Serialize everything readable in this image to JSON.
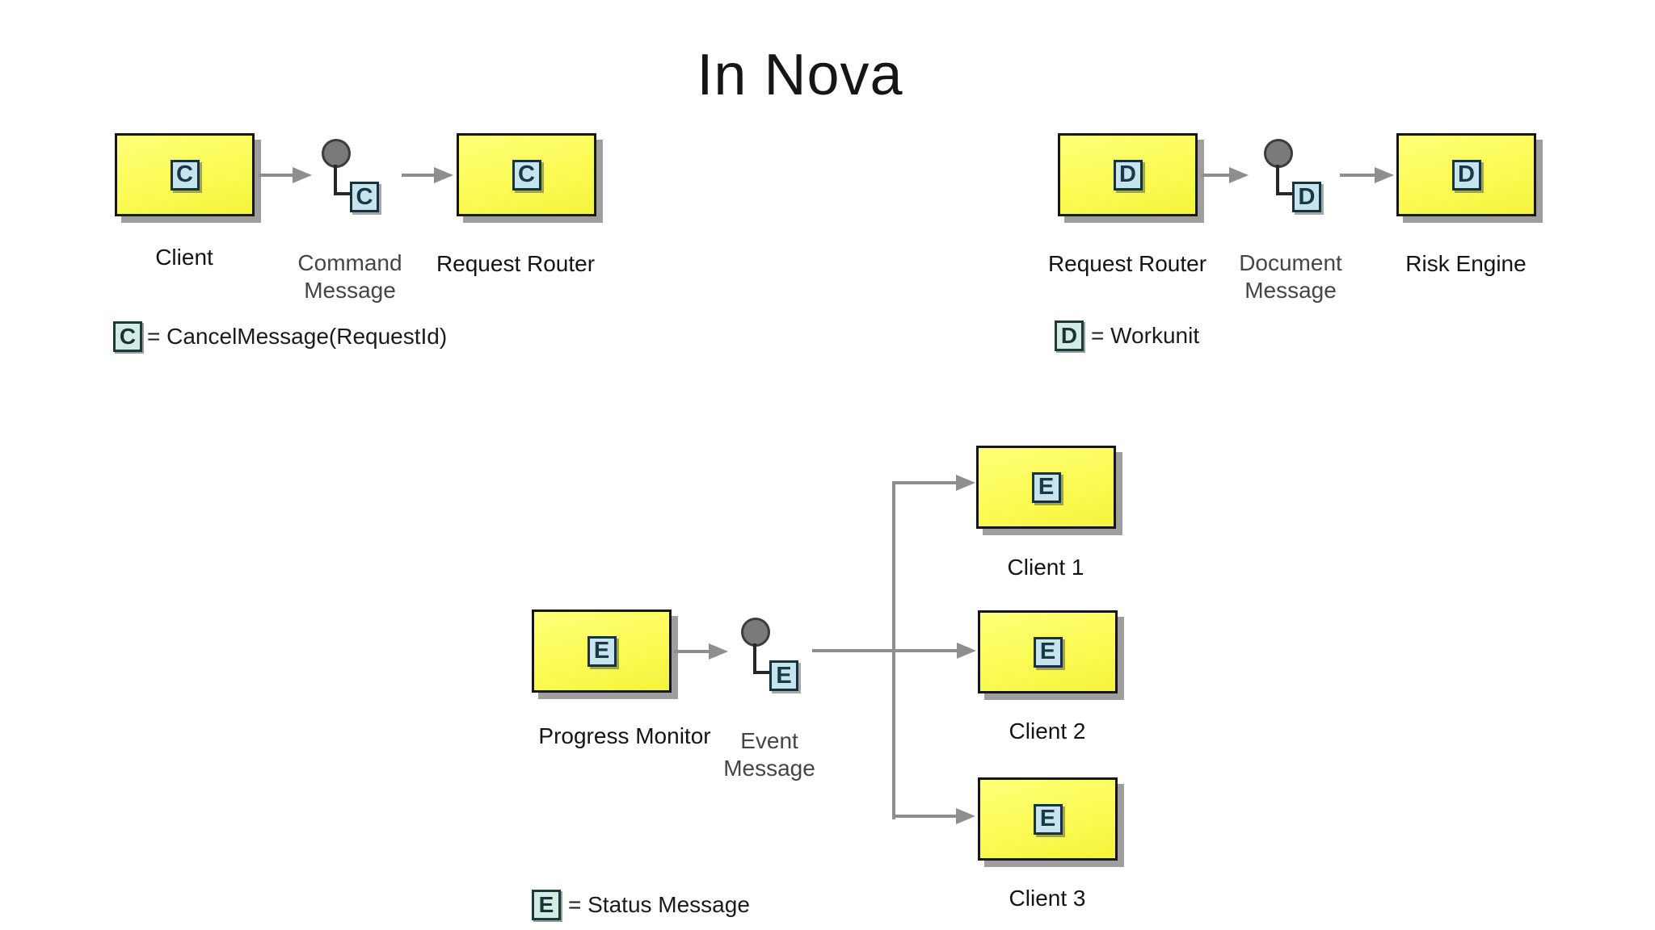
{
  "title": "In Nova",
  "colors": {
    "box_fill": "#fbfb55",
    "box_border": "#161616",
    "chip_fill": "#c6e3ee",
    "legend_chip_fill": "#d4ebe3",
    "chip_letter": "#173847",
    "line": "#8e8e8e",
    "channel_circle": "#7a7a7a",
    "background": "#ffffff"
  },
  "flow_cancel": {
    "letter": "C",
    "source_label": "Client",
    "message_label_line1": "Command",
    "message_label_line2": "Message",
    "target_label": "Request Router",
    "legend_letter": "C",
    "legend_text": "= CancelMessage(RequestId)"
  },
  "flow_workunit": {
    "letter": "D",
    "source_label": "Request Router",
    "message_label_line1": "Document",
    "message_label_line2": "Message",
    "target_label": "Risk Engine",
    "legend_letter": "D",
    "legend_text": "= Workunit"
  },
  "flow_status": {
    "letter": "E",
    "source_label": "Progress Monitor",
    "message_label_line1": "Event",
    "message_label_line2": "Message",
    "target1_label": "Client 1",
    "target2_label": "Client 2",
    "target3_label": "Client 3",
    "legend_letter": "E",
    "legend_text": "= Status Message"
  }
}
